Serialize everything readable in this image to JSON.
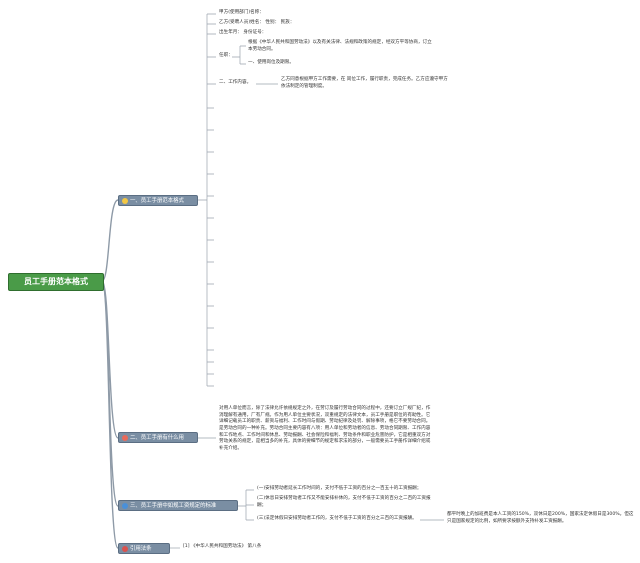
{
  "root": {
    "label": "员工手册范本格式"
  },
  "branches": [
    {
      "label": "一、员工手册范本格式",
      "icon": "bulb-icon",
      "icon_color": "#f2c744"
    },
    {
      "label": "二、员工手册有什么用",
      "icon": "tools-icon",
      "icon_color": "#e86a5a"
    },
    {
      "label": "三、员工手册中如规工资规定的标准",
      "icon": "book-icon",
      "icon_color": "#4a90d9"
    },
    {
      "label": "引用法条",
      "icon": "clip-icon",
      "icon_color": "#d9534f"
    }
  ],
  "b1": {
    "items": [
      "甲方(使用部门)名称：",
      "乙方(受聘人员)姓名：   性别：   民族：",
      "出生年月：   身份证号："
    ],
    "rules_label": "任职：",
    "rules_sub": [
      "根据《中华人民共和国劳动法》以及有关法律、法规和政策的规定，经双方平等协商，订立本劳动合同。",
      "一、使用岗位及期限。"
    ],
    "work_label": "二、工作内容。",
    "work_text": "乙方同意根据甲方工作需要，在 岗位工作，履行职责，完成任务。乙方应遵守甲方依法制定的管理制度。"
  },
  "b2": {
    "text": "对用人单位而言，除了法律允许依规规定之外，在劳订及履行劳动合同的过程中，还要订立厂规厂纪，作消理解有通用，厂有厂规。作为用人单位主要状况，双重规定的法律文本，员工手册是职位的有助性。它详细记载员工的职责、薪资与福利、工作时间与假期、劳动纪律及处罚、解除事项，格它不要劳动合同。是劳动合同的一种补充。劳动合同主要内容有八项：用人单位和劳动者的信息、劳动合同期限、工作内容和工作地点、工作时间和休息、劳动报酬、社会保险和福利、劳动条件和职业危害防护，它是相重双方对劳动关系的规定，是相当多的补充，具体的要细节的规定和求法的部分，一般需要员工手册作详细介绍或补充介绍。"
  },
  "b3": {
    "items": [
      "(一)安排劳动者延长工作时间的，支付不低于工资的百分之一百五十的工资报酬；",
      "(二)休息日安排劳动者工作又不能安排补休的，支付不低于工资的百分之二百的工资报酬；",
      "(三)法定休假日安排劳动者工作的，支付不低于工资的百分之三百的工资报酬。"
    ],
    "note": "都平时晚上的加班费是本人工资的150%，双休日是200%，国家法定休假日是300%。但这只是国家规定的比例，如所要求按额外支持补发工资报酬。"
  },
  "b4": {
    "text": "[1] 《中华人民共和国劳动法》 第八条"
  }
}
